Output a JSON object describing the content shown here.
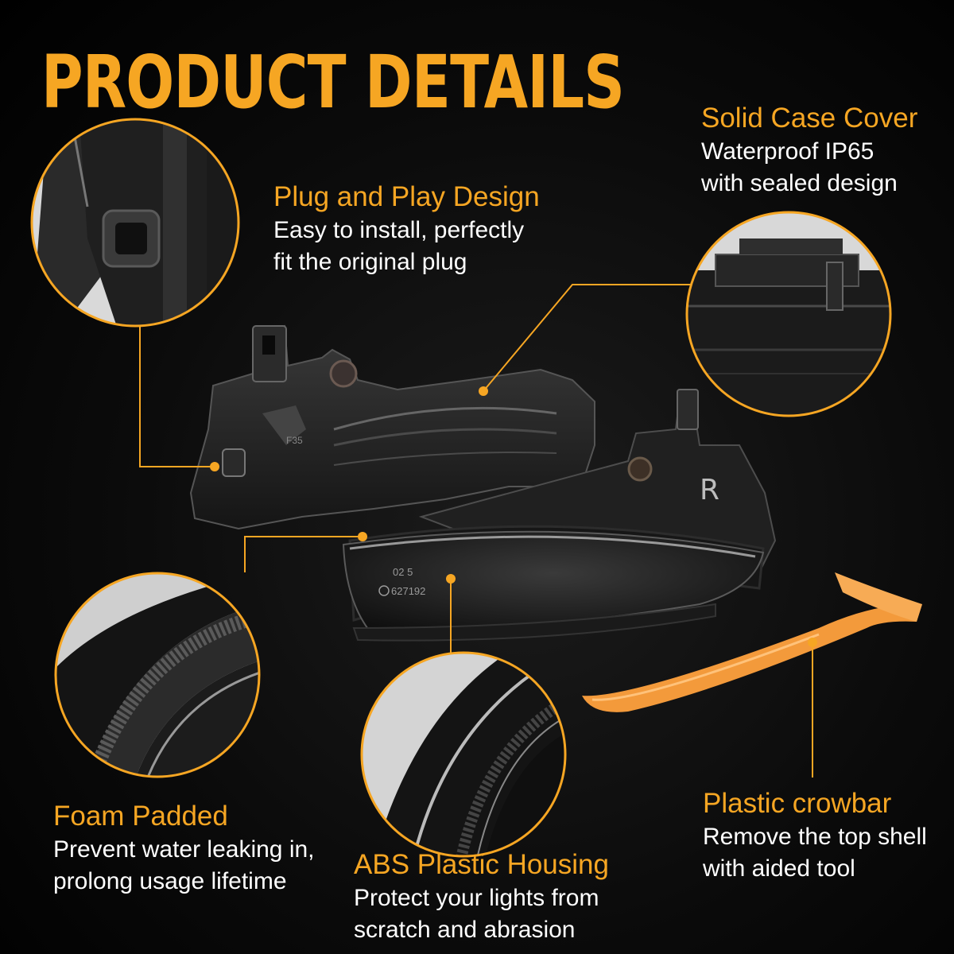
{
  "title": "PRODUCT DETAILS",
  "colors": {
    "accent": "#f6a623",
    "background": "#000000",
    "text": "#ffffff",
    "crowbar": "#f39a3b"
  },
  "features": [
    {
      "id": "plug-and-play",
      "heading": "Plug and Play Design",
      "lines": [
        "Easy to install, perfectly",
        "fit the original plug"
      ]
    },
    {
      "id": "solid-case-cover",
      "heading": "Solid Case Cover",
      "lines": [
        "Waterproof IP65",
        "with sealed design"
      ]
    },
    {
      "id": "foam-padded",
      "heading": "Foam Padded",
      "lines": [
        "Prevent water leaking in,",
        "prolong usage lifetime"
      ]
    },
    {
      "id": "abs-plastic-housing",
      "heading": "ABS Plastic Housing",
      "lines": [
        "Protect your lights from",
        "scratch and abrasion"
      ]
    },
    {
      "id": "plastic-crowbar",
      "heading": "Plastic crowbar",
      "lines": [
        "Remove the top shell",
        "with aided tool"
      ]
    }
  ],
  "product_markings": {
    "lens_code": "02 5",
    "approval_number": "627192",
    "side_letter": "R",
    "housing_code": "F35"
  }
}
